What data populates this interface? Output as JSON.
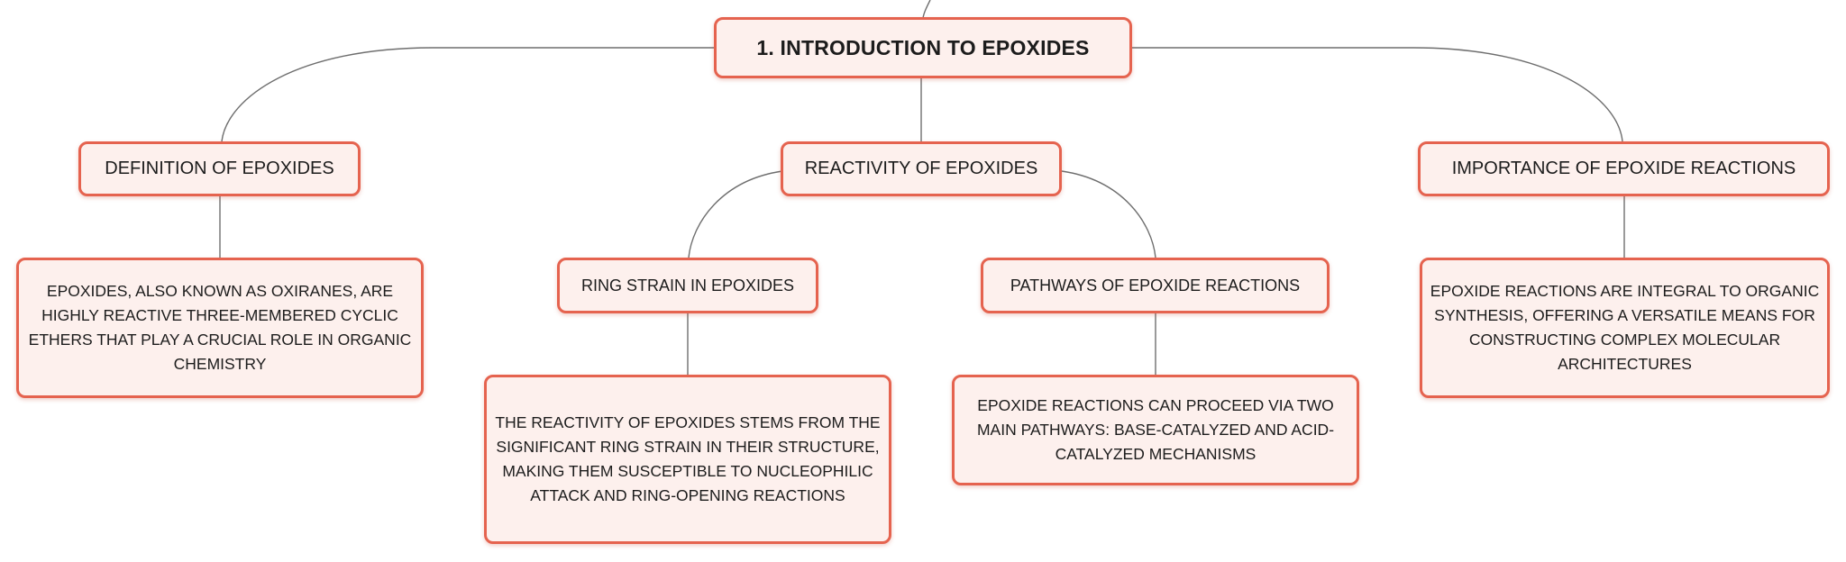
{
  "root": {
    "label": "1. INTRODUCTION TO EPOXIDES"
  },
  "definition": {
    "label": "DEFINITION OF EPOXIDES",
    "detail": "EPOXIDES, ALSO KNOWN AS OXIRANES, ARE HIGHLY REACTIVE THREE-MEMBERED CYCLIC ETHERS THAT PLAY A CRUCIAL ROLE IN ORGANIC CHEMISTRY"
  },
  "reactivity": {
    "label": "REACTIVITY OF EPOXIDES",
    "ring_strain": {
      "label": "RING STRAIN IN EPOXIDES",
      "detail": "THE REACTIVITY OF EPOXIDES STEMS FROM THE SIGNIFICANT RING STRAIN IN THEIR STRUCTURE, MAKING THEM SUSCEPTIBLE TO NUCLEOPHILIC ATTACK AND RING-OPENING REACTIONS"
    },
    "pathways": {
      "label": "PATHWAYS OF EPOXIDE REACTIONS",
      "detail": "EPOXIDE REACTIONS CAN PROCEED VIA TWO MAIN PATHWAYS: BASE-CATALYZED AND ACID-CATALYZED MECHANISMS"
    }
  },
  "importance": {
    "label": "IMPORTANCE OF EPOXIDE REACTIONS",
    "detail": "EPOXIDE REACTIONS ARE INTEGRAL TO ORGANIC SYNTHESIS, OFFERING A VERSATILE MEANS FOR CONSTRUCTING COMPLEX MOLECULAR ARCHITECTURES"
  },
  "colors": {
    "node_border": "#e5634f",
    "node_fill": "#fdf0ed",
    "connector": "#6e6e6e"
  }
}
